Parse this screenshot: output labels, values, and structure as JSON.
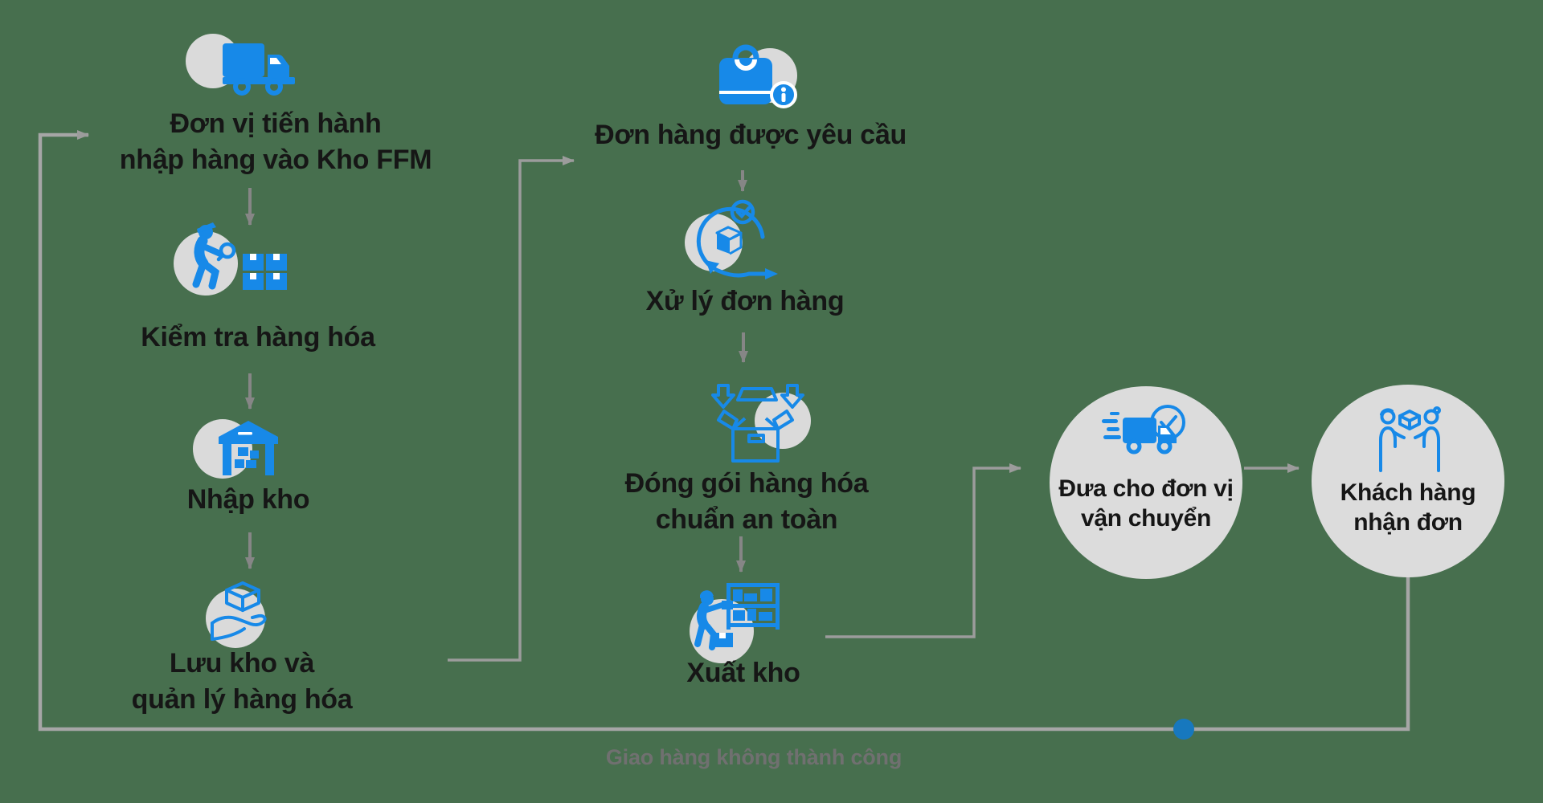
{
  "diagram": {
    "kind": "fulfillment-process-flowchart",
    "colors": {
      "background": "#476F4E",
      "primary_blue": "#1789E8",
      "icon_bubble_gray": "#DADADA",
      "big_circle_gray": "#DCDCDC",
      "text_dark": "#161616",
      "connector_gray": "#A0A0A0",
      "arrow_gray": "#868686",
      "failure_text_gray": "#707070",
      "loop_dot_blue": "#1778BE"
    },
    "nodes": {
      "import_ffm": {
        "line1": "Đơn vị tiến hành",
        "line2": "nhập hàng vào Kho FFM",
        "icon": "truck-icon"
      },
      "check_goods": {
        "line1": "Kiểm tra hàng hóa",
        "icon": "inspect-goods-icon"
      },
      "inbound": {
        "line1": "Nhập kho",
        "icon": "warehouse-icon"
      },
      "storage": {
        "line1": "Lưu kho và",
        "line2": "quản lý hàng hóa",
        "icon": "hand-box-icon"
      },
      "order_requested": {
        "line1": "Đơn hàng được yêu cầu",
        "icon": "order-bag-icon"
      },
      "process_order": {
        "line1": "Xử lý đơn hàng",
        "icon": "order-processing-icon"
      },
      "packing": {
        "line1": "Đóng gói hàng hóa",
        "line2": "chuẩn an toàn",
        "icon": "packing-box-icon"
      },
      "outbound": {
        "line1": "Xuất kho",
        "icon": "picking-shelf-icon"
      },
      "carrier": {
        "line1": "Đưa cho đơn vị",
        "line2": "vận chuyển",
        "icon": "fast-delivery-icon"
      },
      "customer": {
        "line1": "Khách hàng",
        "line2": "nhận đơn",
        "icon": "handoff-icon"
      }
    },
    "loop_label": "Giao hàng không thành công"
  }
}
